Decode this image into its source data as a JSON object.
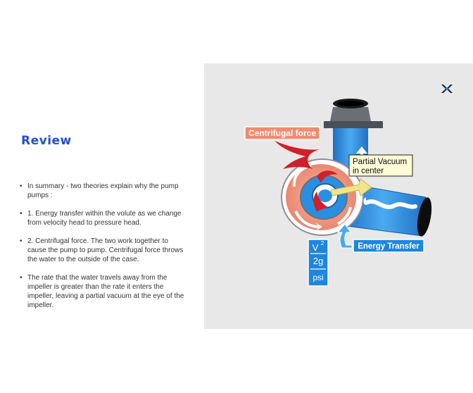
{
  "slide": {
    "title": "Review",
    "bullets": [
      "In summary - two theories explain why the pump pumps :",
      "1. Energy transfer within the volute as we change from velocity head to pressure head.",
      "2. Centrifugal force. The two work together to cause the pump to pump. Centrifugal force throws the water to the outside of the case.",
      "The rate that the water travels away from the impeller is greater than the rate it enters the impeller, leaving a partial vacuum at the eye of the impeller."
    ]
  },
  "diagram": {
    "labels": {
      "centrifugal_force": "Centrifugal force",
      "partial_vacuum_line1": "Partial Vacuum",
      "partial_vacuum_line2": "in center",
      "energy_transfer": "Energy Transfer"
    },
    "formula": {
      "v": "V",
      "exp": "2",
      "g": "2g",
      "psi": "psi"
    },
    "icon": "brand-logo-icon",
    "colors": {
      "water_blue": "#2a8fe0",
      "volute_salmon": "#f0947a",
      "label_salmon": "#f28a6e",
      "label_blue": "#1e86e0",
      "arrow_red": "#d21f2a",
      "arrow_yellow": "#f3e48a",
      "title_blue": "#1f4fd6"
    }
  }
}
